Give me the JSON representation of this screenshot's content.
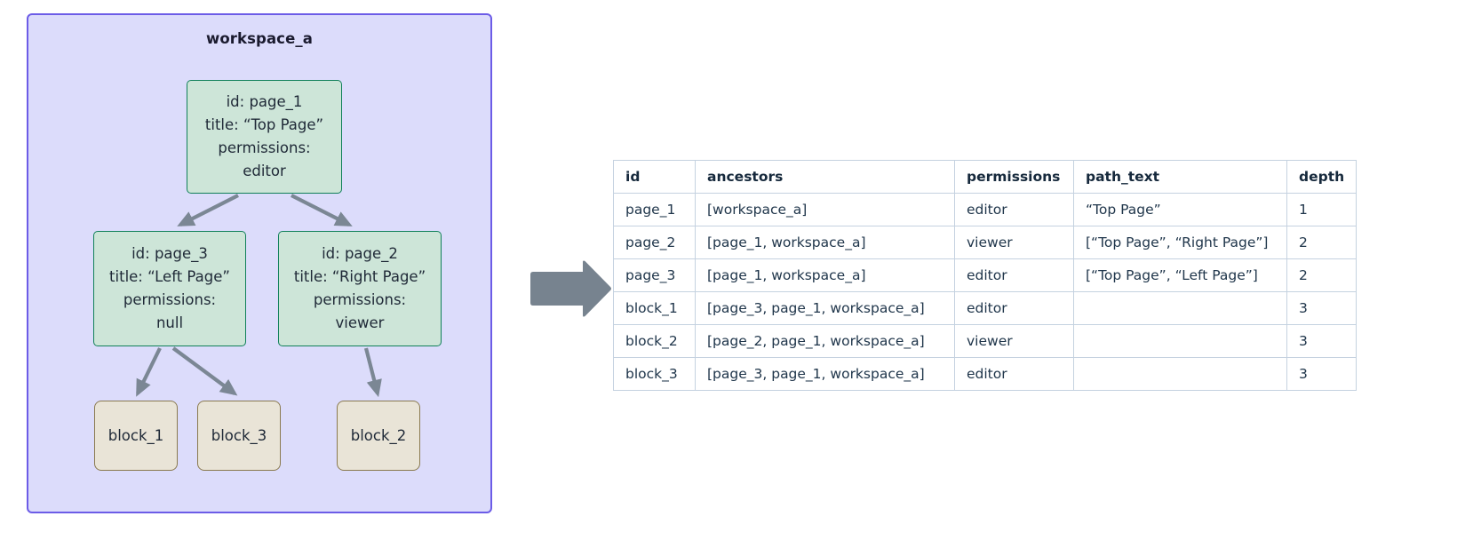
{
  "workspace": {
    "title": "workspace_a",
    "border_color": "#6c5ce7",
    "fill_color": "#dcdcfb",
    "nodes": [
      {
        "key": "page1",
        "type": "page",
        "lines": [
          "id: page_1",
          "title: “Top Page”",
          "permissions:",
          "editor"
        ]
      },
      {
        "key": "page3",
        "type": "page",
        "lines": [
          "id: page_3",
          "title: “Left Page”",
          "permissions:",
          "null"
        ]
      },
      {
        "key": "page2",
        "type": "page",
        "lines": [
          "id: page_2",
          "title: “Right Page”",
          "permissions:",
          "viewer"
        ]
      },
      {
        "key": "block1",
        "type": "block",
        "lines": [
          "block_1"
        ]
      },
      {
        "key": "block3",
        "type": "block",
        "lines": [
          "block_3"
        ]
      },
      {
        "key": "block2",
        "type": "block",
        "lines": [
          "block_2"
        ]
      }
    ],
    "edges": [
      {
        "from": "page_1",
        "to": "page_3"
      },
      {
        "from": "page_1",
        "to": "page_2"
      },
      {
        "from": "page_3",
        "to": "block_1"
      },
      {
        "from": "page_3",
        "to": "block_3"
      },
      {
        "from": "page_2",
        "to": "block_2"
      }
    ],
    "node_colors": {
      "page_fill": "#cde5d8",
      "page_border": "#11805a",
      "block_fill": "#e9e4d7",
      "block_border": "#8a7a50",
      "edge": "#7b8794"
    }
  },
  "transition": {
    "icon": "right-arrow-icon",
    "color": "#77838f"
  },
  "table": {
    "columns": [
      "id",
      "ancestors",
      "permissions",
      "path_text",
      "depth"
    ],
    "rows": [
      {
        "id": "page_1",
        "ancestors": "[workspace_a]",
        "permissions": "editor",
        "path_text": "“Top Page”",
        "depth": "1"
      },
      {
        "id": "page_2",
        "ancestors": "[page_1, workspace_a]",
        "permissions": "viewer",
        "path_text": "[“Top Page”, “Right Page”]",
        "depth": "2"
      },
      {
        "id": "page_3",
        "ancestors": "[page_1, workspace_a]",
        "permissions": "editor",
        "path_text": "[“Top Page”, “Left Page”]",
        "depth": "2"
      },
      {
        "id": "block_1",
        "ancestors": "[page_3, page_1, workspace_a]",
        "permissions": "editor",
        "path_text": "",
        "depth": "3"
      },
      {
        "id": "block_2",
        "ancestors": "[page_2, page_1, workspace_a]",
        "permissions": "viewer",
        "path_text": "",
        "depth": "3"
      },
      {
        "id": "block_3",
        "ancestors": "[page_3, page_1, workspace_a]",
        "permissions": "editor",
        "path_text": "",
        "depth": "3"
      }
    ]
  }
}
